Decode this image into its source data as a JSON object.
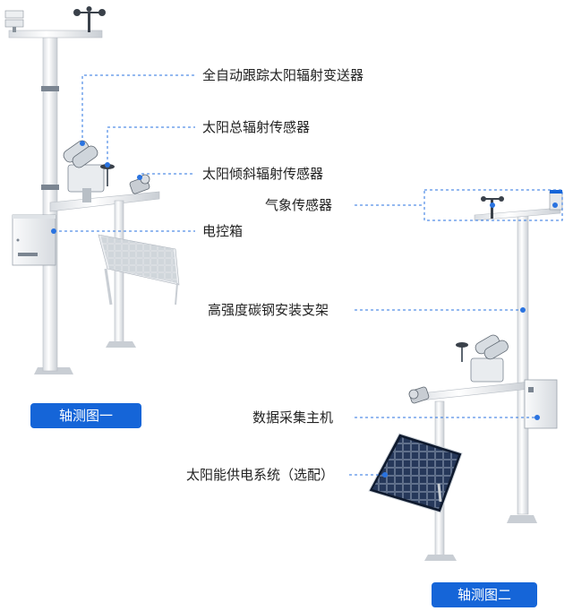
{
  "labels": {
    "tracker": "全自动跟踪太阳辐射变送器",
    "total_radiation": "太阳总辐射传感器",
    "tilt_radiation": "太阳倾斜辐射传感器",
    "control_box": "电控箱",
    "weather_sensor": "气象传感器",
    "bracket": "高强度碳钢安装支架",
    "data_host": "数据采集主机",
    "solar_power": "太阳能供电系统（选配）"
  },
  "badges": {
    "view_one": "轴测图一",
    "view_two": "轴测图二"
  },
  "colors": {
    "accent": "#1565d8",
    "leader": "#2a73e0",
    "pole": "#f2f4f6",
    "text": "#222222"
  }
}
